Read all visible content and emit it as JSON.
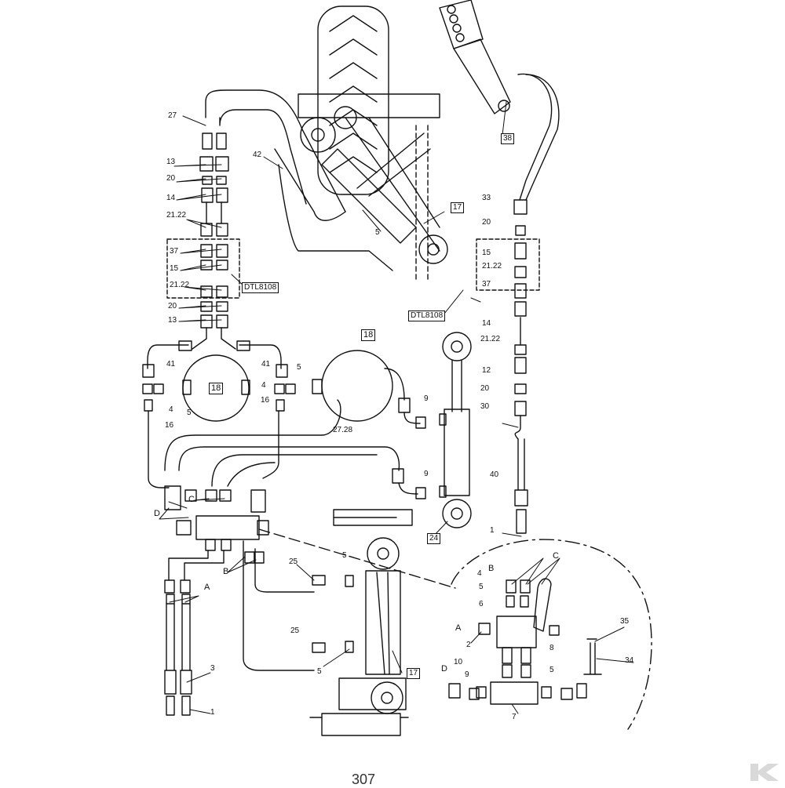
{
  "diagram": {
    "page_number": "307",
    "labels": {
      "27": "27",
      "42": "42",
      "38": "38",
      "33": "33",
      "20": "20",
      "13": "13",
      "14": "14",
      "15": "15",
      "37": "37",
      "21_22": "21.22",
      "dtl8108": "DTL8108",
      "5": "5",
      "17": "17",
      "41": "41",
      "4": "4",
      "16": "16",
      "18": "18",
      "9": "9",
      "27_28": "27.28",
      "24": "24",
      "12": "12",
      "30": "30",
      "40": "40",
      "1": "1",
      "C": "C",
      "D": "D",
      "B": "B",
      "A": "A",
      "25": "25",
      "3": "3",
      "6": "6",
      "2": "2",
      "8": "8",
      "10": "10",
      "7": "7",
      "35": "35",
      "34": "34"
    },
    "colors": {
      "ink": "#111111",
      "paper": "#ffffff",
      "logo": "#d9d9d9"
    }
  }
}
